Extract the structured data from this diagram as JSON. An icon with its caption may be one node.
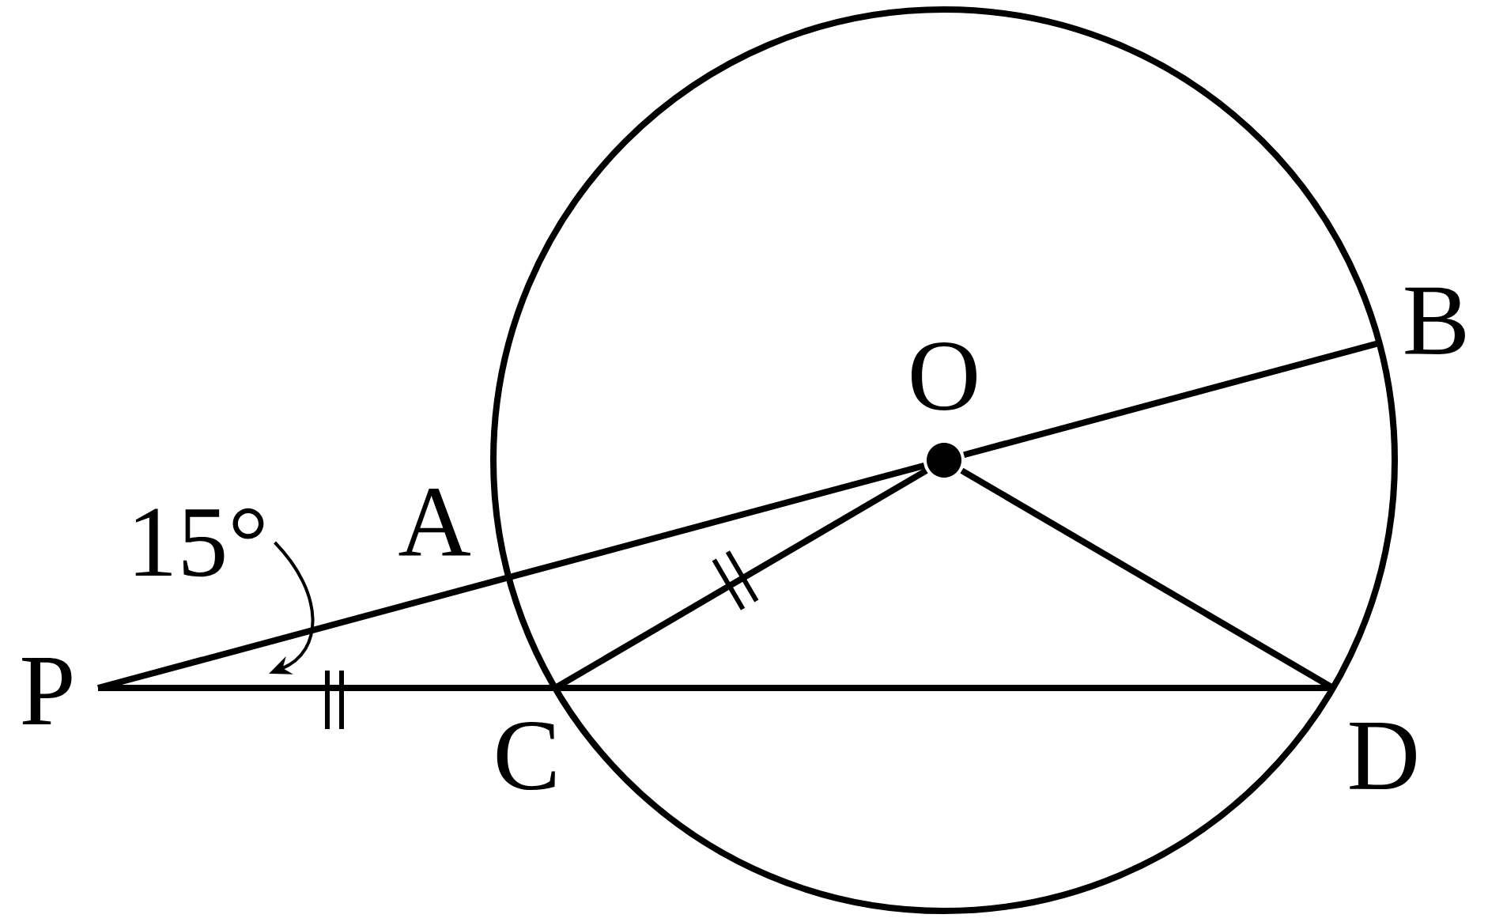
{
  "diagram": {
    "nodes": [
      {
        "text": [
          "P"
        ]
      },
      {
        "text": [
          "A"
        ]
      },
      {
        "text": [
          "O"
        ]
      },
      {
        "text": [
          "B"
        ]
      },
      {
        "text": [
          "C"
        ]
      },
      {
        "text": [
          "D"
        ]
      },
      {
        "text": [
          "15°"
        ]
      }
    ],
    "edges": [
      {
        "from": 0,
        "to": 1,
        "arrow": "none"
      },
      {
        "from": 1,
        "to": 2,
        "arrow": "none"
      },
      {
        "from": 2,
        "to": 3,
        "arrow": "none"
      },
      {
        "from": 0,
        "to": 4,
        "arrow": "none"
      },
      {
        "from": 4,
        "to": 5,
        "arrow": "none"
      },
      {
        "from": 2,
        "to": 4,
        "arrow": "none"
      },
      {
        "from": 2,
        "to": 5,
        "arrow": "none"
      },
      {
        "from": 6,
        "to": null,
        "arrow": "to"
      }
    ]
  }
}
